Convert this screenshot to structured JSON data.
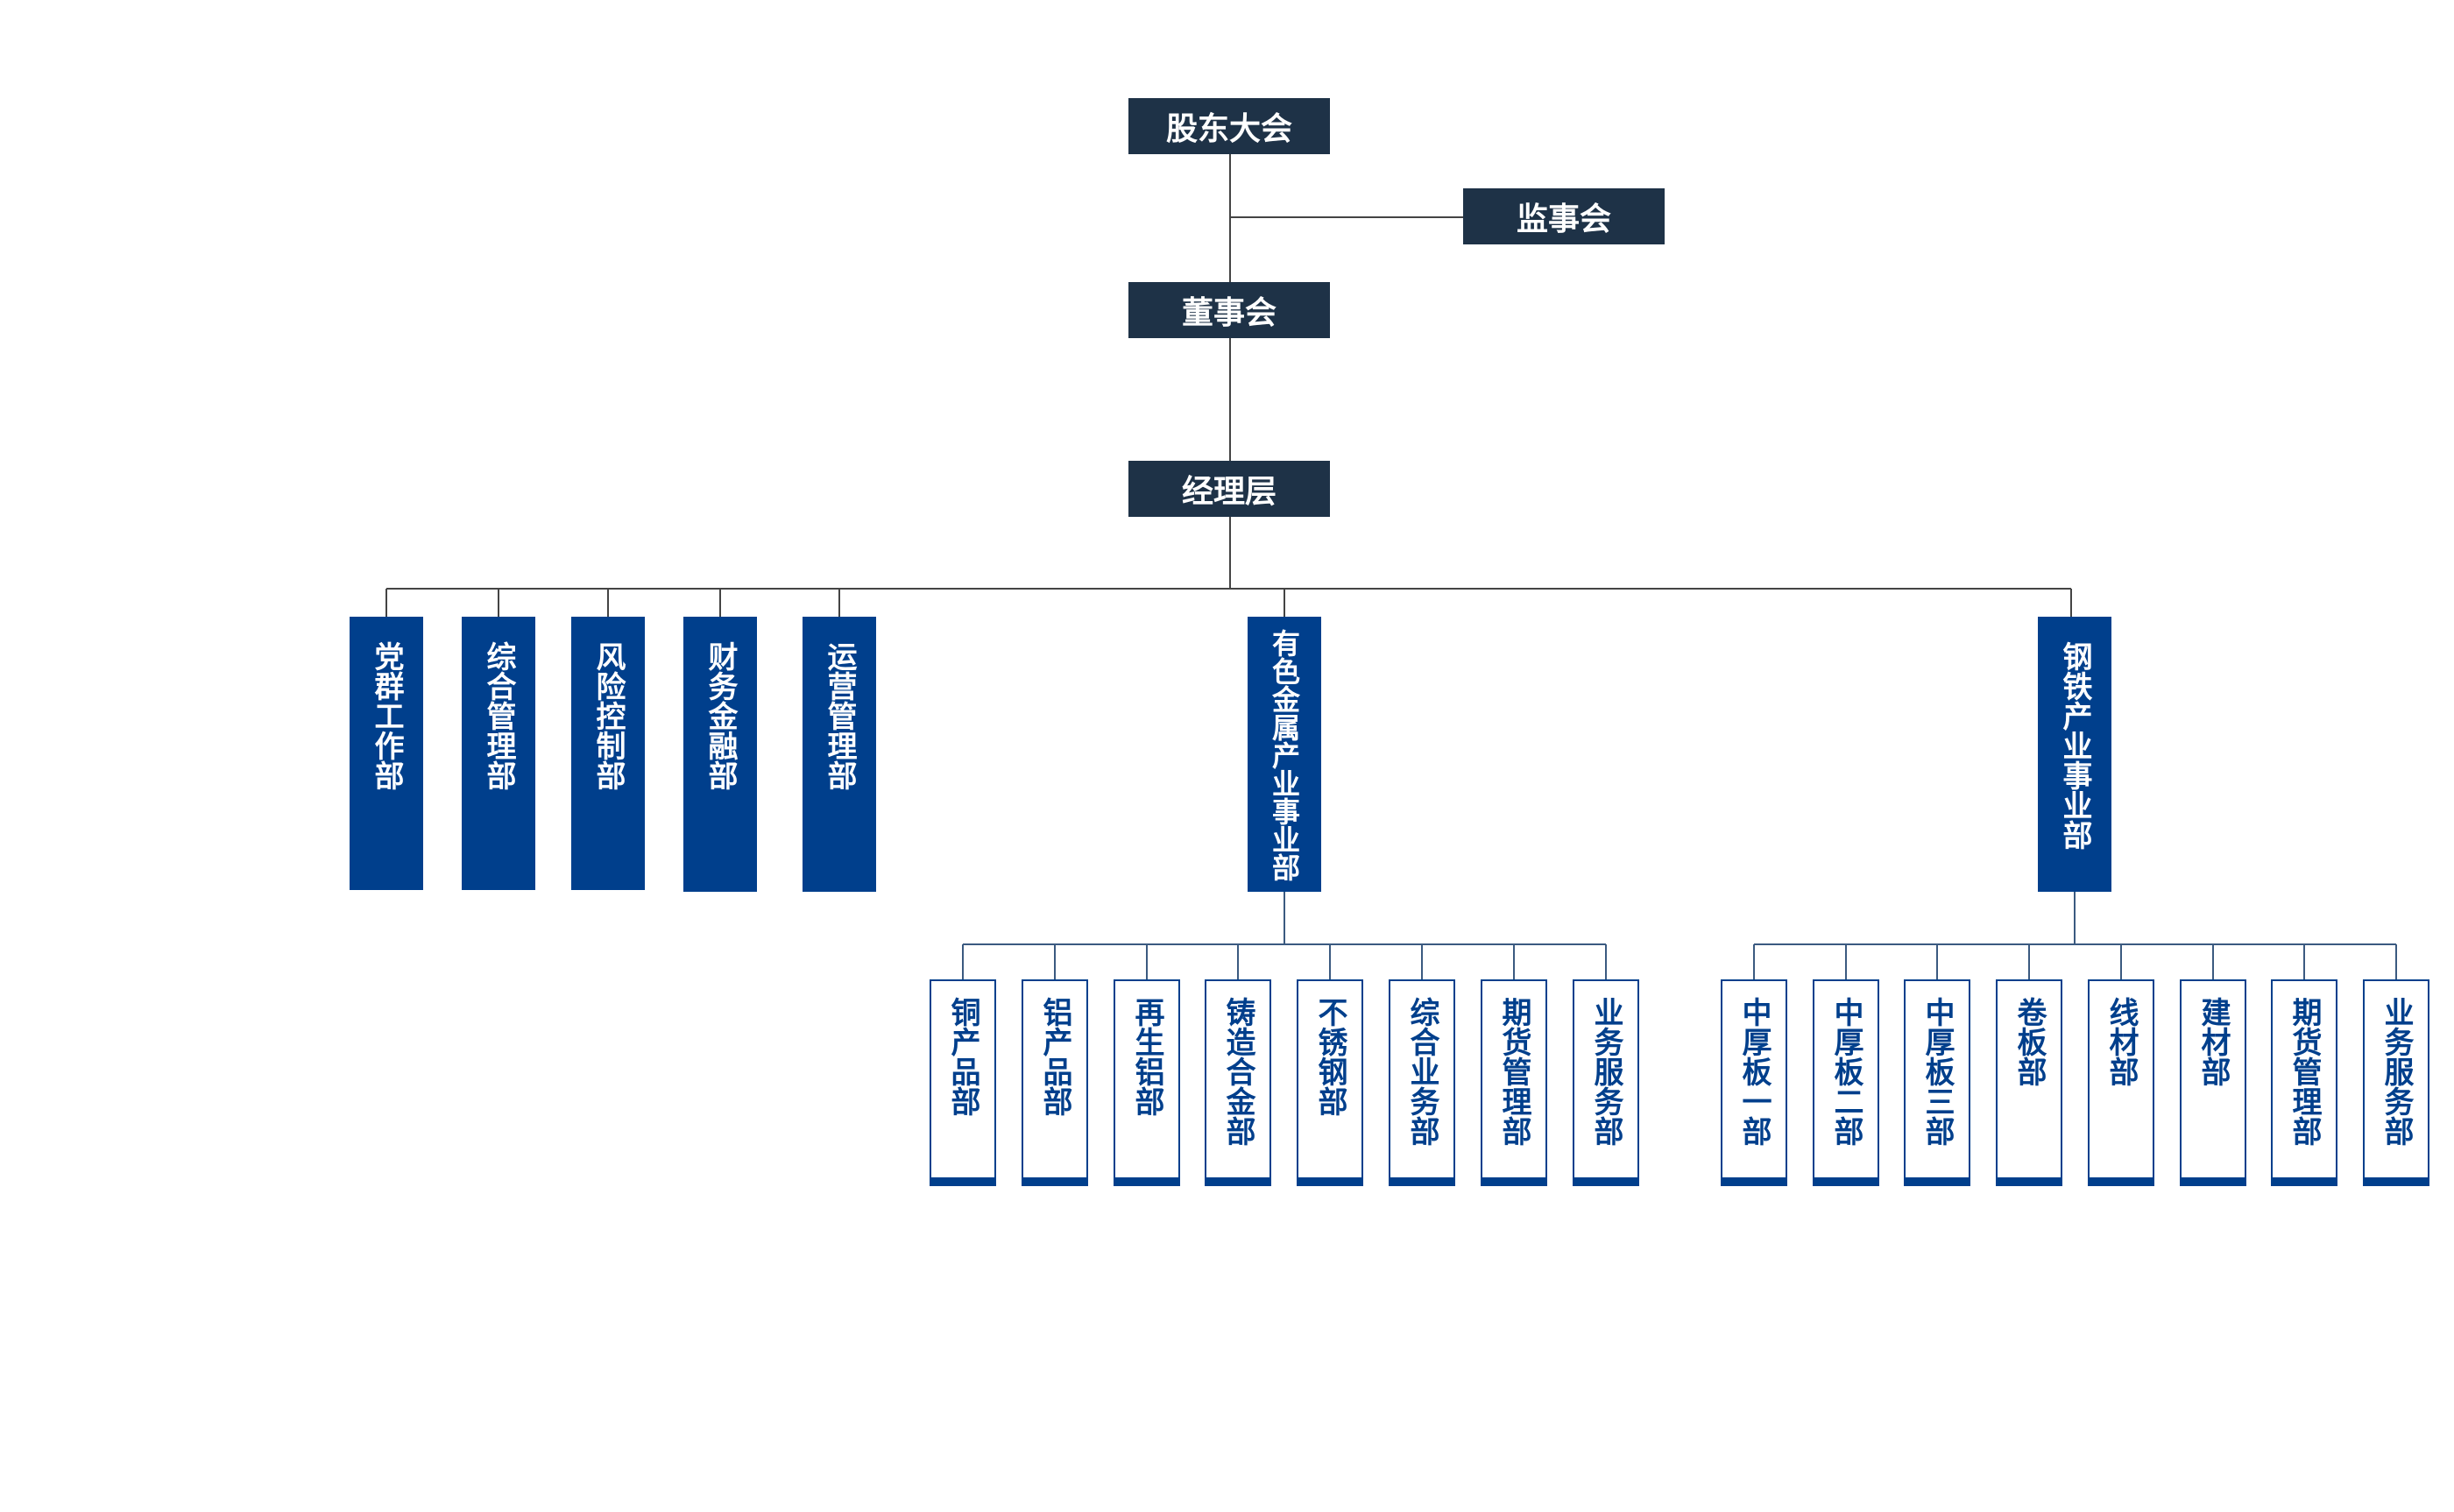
{
  "colors": {
    "executive": "#1e3247",
    "department": "#003f8c",
    "line": "#444444"
  },
  "top": {
    "shareholders": "股东大会",
    "supervisors": "监事会",
    "board": "董事会",
    "management": "经理层"
  },
  "functional_departments": [
    "党群工作部",
    "综合管理部",
    "风险控制部",
    "财务金融部",
    "运营管理部"
  ],
  "nonferrous": {
    "name": "有色金属产业事业部",
    "units": [
      "铜产品部",
      "铝产品部",
      "再生铝部",
      "铸造合金部",
      "不锈钢部",
      "综合业务部",
      "期货管理部",
      "业务服务部"
    ]
  },
  "steel": {
    "name": "钢铁产业事业部",
    "units": [
      "中厚板一部",
      "中厚板二部",
      "中厚板三部",
      "卷板部",
      "线材部",
      "建材部",
      "期货管理部",
      "业务服务部"
    ]
  }
}
